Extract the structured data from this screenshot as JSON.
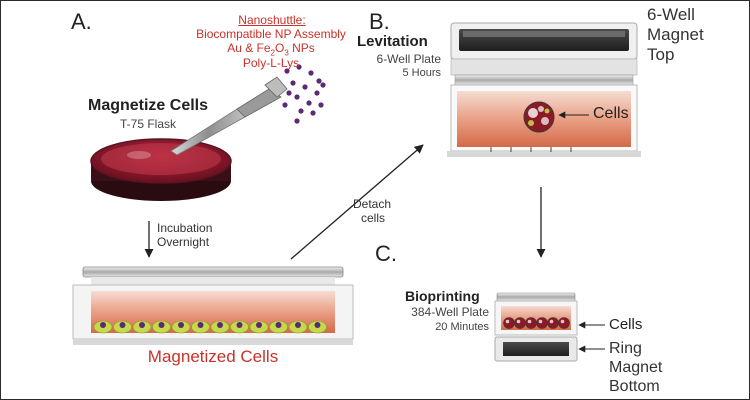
{
  "panels": {
    "a": {
      "letter": "A.",
      "nanoshuttle": {
        "heading": "Nanoshuttle:",
        "line1": "Biocompatible NP Assembly",
        "line2_pre": "Au & Fe",
        "line2_sub1": "2",
        "line2_mid": "O",
        "line2_sub2": "3",
        "line2_post": " NPs",
        "line3": "Poly-L-Lys"
      },
      "magnetize_title": "Magnetize Cells",
      "flask": "T-75 Flask",
      "incubation_line1": "Incubation",
      "incubation_line2": "Overnight",
      "magnetized_label": "Magnetized Cells"
    },
    "b": {
      "letter": "B.",
      "levitation_title": "Levitation",
      "plate": "6-Well Plate",
      "duration": "5 Hours",
      "magnet_top_line1": "6-Well",
      "magnet_top_line2": "Magnet",
      "magnet_top_line3": "Top",
      "cells_label": "Cells"
    },
    "detach": {
      "line1": "Detach",
      "line2": "cells"
    },
    "c": {
      "letter": "C.",
      "bioprinting_title": "Bioprinting",
      "plate": "384-Well Plate",
      "duration": "20 Minutes",
      "cells_label": "Cells",
      "ring_line1": "Ring",
      "ring_line2": "Magnet",
      "ring_line3": "Bottom"
    },
    "colors": {
      "accent_red": "#c8322b",
      "medium_orange": "#d9734f",
      "cell_green": "#c6d94a",
      "cell_purple": "#5a2a78"
    }
  }
}
